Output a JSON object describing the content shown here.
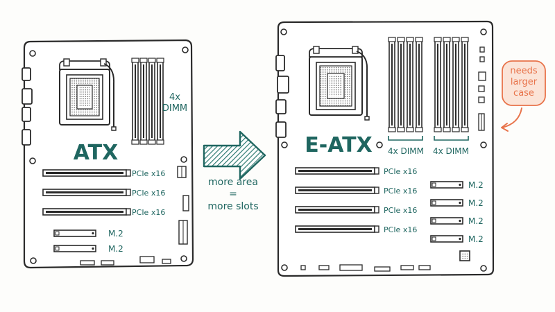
{
  "colors": {
    "ink": "#2a2a2a",
    "teal": "#1f6660",
    "teal_light": "#9fd0c6",
    "accent": "#e8734a",
    "accent_fill": "#fbe4d8",
    "board": "#ffffff",
    "background": "#fdfdfb"
  },
  "atx": {
    "title": "ATX",
    "dimm_count": "4x",
    "dimm_label": "DIMM",
    "pcie_labels": [
      "PCIe x16",
      "PCIe x16",
      "PCIe x16"
    ],
    "m2_labels": [
      "M.2",
      "M.2"
    ]
  },
  "arrow": {
    "line1": "more area",
    "line2": "=",
    "line3": "more slots"
  },
  "eatx": {
    "title": "E-ATX",
    "dimm_groups": [
      "4x DIMM",
      "4x DIMM"
    ],
    "pcie_labels": [
      "PCIe x16",
      "PCIe x16",
      "PCIe x16",
      "PCIe x16"
    ],
    "m2_labels": [
      "M.2",
      "M.2",
      "M.2",
      "M.2"
    ]
  },
  "note": {
    "line1": "needs",
    "line2": "larger",
    "line3": "case"
  }
}
